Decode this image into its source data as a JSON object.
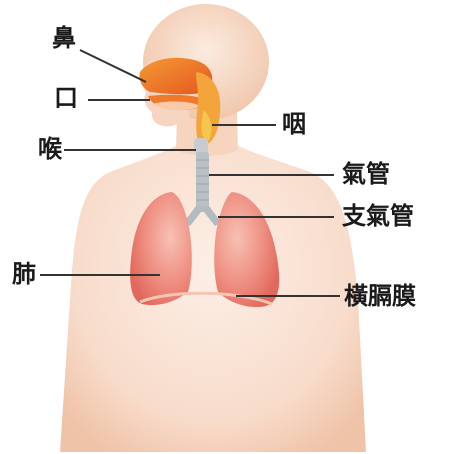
{
  "labels": {
    "nose": "鼻",
    "mouth": "口",
    "larynx": "喉",
    "pharynx": "咽",
    "trachea": "氣管",
    "bronchus": "支氣管",
    "lung": "肺",
    "diaphragm": "橫膈膜"
  },
  "colors": {
    "skin_light": "#fbeae0",
    "skin_mid": "#f5cdb3",
    "skin_shadow": "#e9b095",
    "airway_orange": "#f28a2a",
    "airway_deep": "#e8531f",
    "pharynx_yellow": "#f4b43a",
    "trachea_gray": "#b9c0c6",
    "lung_red": "#ea6e63",
    "lung_pink": "#f3a79a",
    "leader_line": "#333333"
  }
}
